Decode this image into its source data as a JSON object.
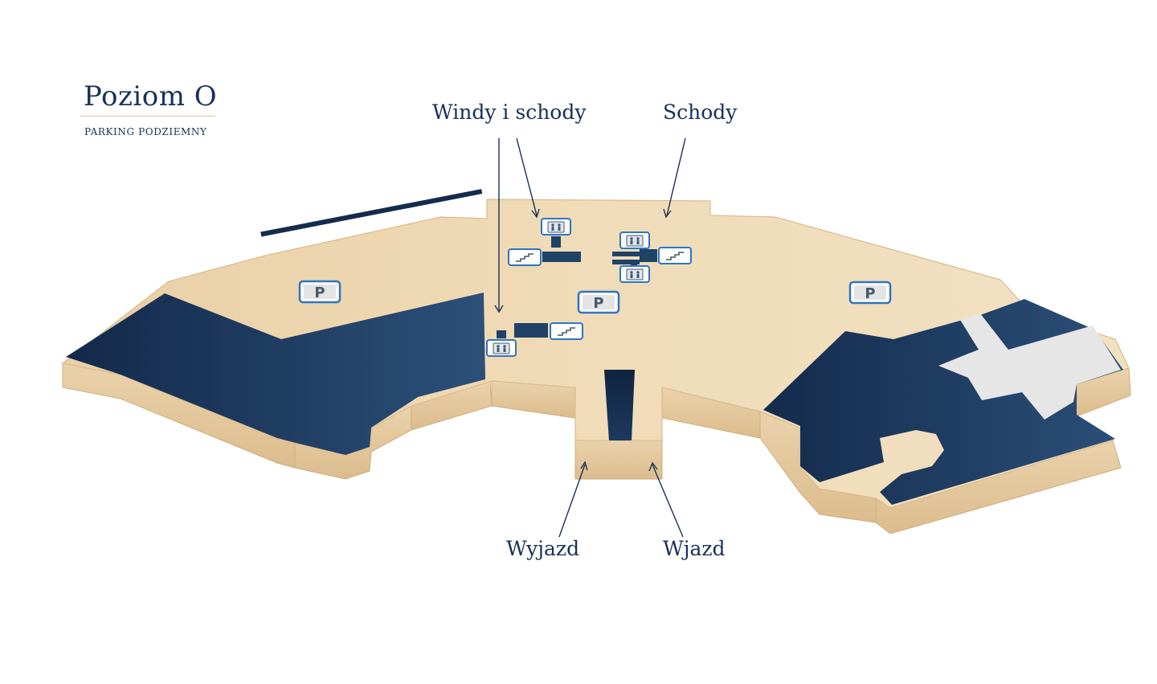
{
  "header": {
    "title": "Poziom O",
    "subtitle": "PARKING PODZIEMNY"
  },
  "callouts": {
    "elevators_stairs": "Windy i schody",
    "stairs": "Schody",
    "exit": "Wyjazd",
    "entry": "Wjazd"
  },
  "parking_signs": [
    {
      "letter": "P"
    },
    {
      "letter": "P"
    },
    {
      "letter": "P"
    }
  ],
  "icons": {
    "parking": "parking-icon",
    "elevator": "elevator-icon",
    "stairs": "stairs-icon"
  },
  "colors": {
    "floor": "#ecd5ad",
    "wall": "#e4c79b",
    "dark_zone": "#1f4266",
    "light_zone": "#e6e6e6",
    "accent_blue": "#2f75c2",
    "text": "#17315a",
    "title_rule": "#d8c69e"
  }
}
